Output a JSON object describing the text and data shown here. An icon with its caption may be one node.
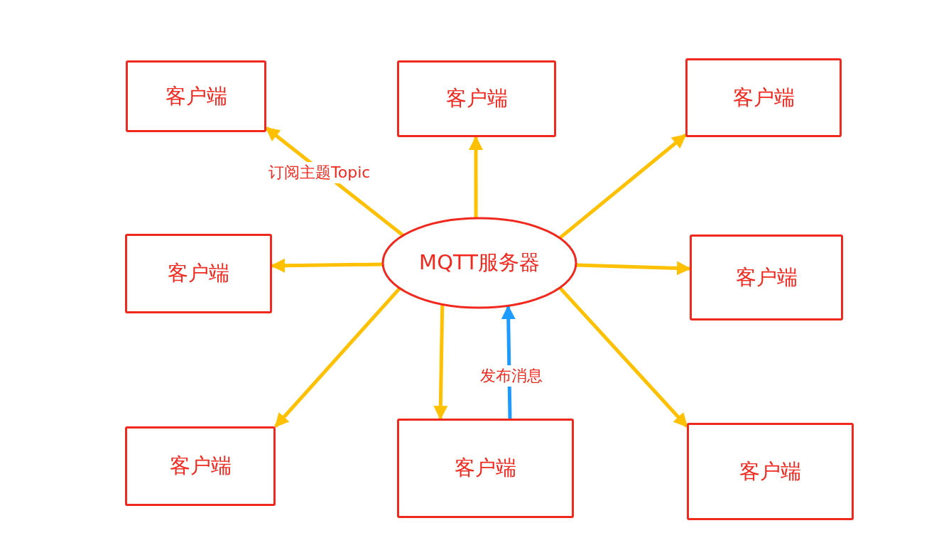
{
  "diagram": {
    "nodes": [
      {
        "text": [
          "客户端"
        ]
      },
      {
        "text": [
          "客户端"
        ]
      },
      {
        "text": [
          "客户端"
        ]
      },
      {
        "text": [
          "客户端"
        ]
      },
      {
        "text": [
          "MQTT服务器"
        ]
      },
      {
        "text": [
          "客户端"
        ]
      },
      {
        "text": [
          "客户端"
        ]
      },
      {
        "text": [
          "客户端"
        ]
      },
      {
        "text": [
          "客户端"
        ]
      }
    ],
    "edges": [
      {
        "from": 4,
        "to": 0,
        "arrow": "to",
        "label": "订阅主题Topic"
      },
      {
        "from": 4,
        "to": 1,
        "arrow": "to"
      },
      {
        "from": 4,
        "to": 2,
        "arrow": "to"
      },
      {
        "from": 4,
        "to": 3,
        "arrow": "to"
      },
      {
        "from": 4,
        "to": 5,
        "arrow": "to"
      },
      {
        "from": 4,
        "to": 6,
        "arrow": "to"
      },
      {
        "from": 4,
        "to": 7,
        "arrow": "to"
      },
      {
        "from": 4,
        "to": 8,
        "arrow": "to"
      },
      {
        "from": 7,
        "to": 4,
        "arrow": "to",
        "label": "发布消息",
        "color": "#1e9bff"
      }
    ]
  }
}
